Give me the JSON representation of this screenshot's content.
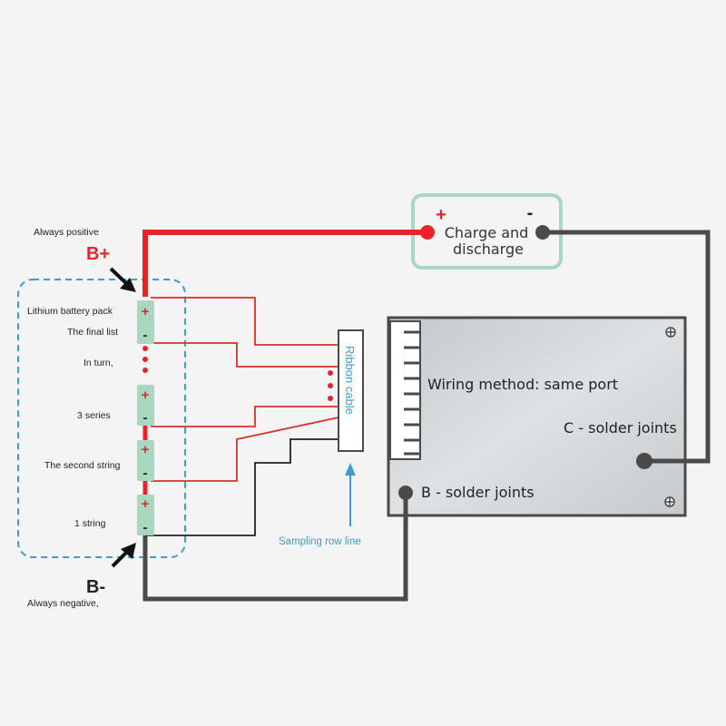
{
  "labels": {
    "always_positive": "Always positive",
    "b_plus": "B+",
    "lithium_pack": "Lithium battery pack",
    "final_list": "The final list",
    "in_turn": "In turn,",
    "three_series": "3 series",
    "second_string": "The second string",
    "one_string": "1 string",
    "b_minus": "B-",
    "always_negative": "Always negative,",
    "ribbon_cable": "Ribbon cable",
    "sampling_row_line": "Sampling row line",
    "charge_line1": "Charge and",
    "charge_line2": "discharge",
    "charge_plus": "+",
    "charge_minus": "-",
    "wiring_method": "Wiring method: same port",
    "c_solder": "C - solder joints",
    "b_solder": "B - solder joints"
  },
  "cells": [
    {
      "plus": "+",
      "minus": "-"
    },
    {
      "plus": "+",
      "minus": "-"
    },
    {
      "plus": "+",
      "minus": "-"
    },
    {
      "plus": "+",
      "minus": "-"
    }
  ],
  "colors": {
    "red_wire": "#e8242a",
    "dark_wire": "#4a4a4a",
    "sense_wire": "#d9302c",
    "cell": "#a8d8c0",
    "dashed_box": "#3a9fd0",
    "charge_box": "#a8d8c4",
    "ribbon_text": "#3a9fd0",
    "pcb": "#cfd3d6"
  }
}
